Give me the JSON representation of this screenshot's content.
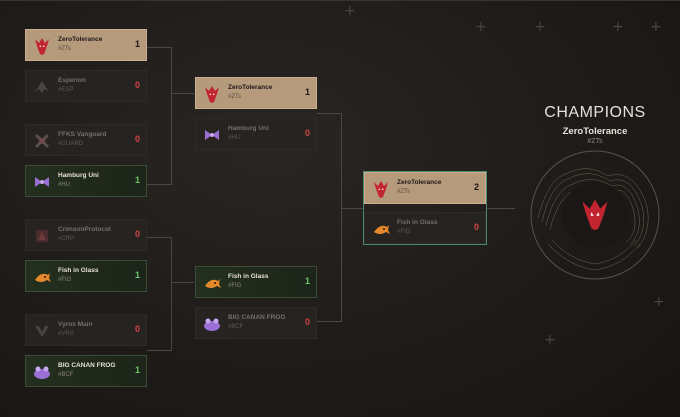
{
  "champion": {
    "title": "CHAMPIONS",
    "name": "ZeroTolerance",
    "tag": "#ZTs"
  },
  "round1": [
    {
      "name": "ZeroTolerance",
      "tag": "#ZTs",
      "score": "1",
      "logo": "red-dragon-icon"
    },
    {
      "name": "Esperion",
      "tag": "#ESP",
      "score": "0",
      "logo": "esperion-icon"
    },
    {
      "name": "FFKS Vanguard",
      "tag": "#GUARD",
      "score": "0",
      "logo": "vanguard-icon"
    },
    {
      "name": "Hamburg Uni",
      "tag": "#HU",
      "score": "1",
      "logo": "purple-bow-icon"
    },
    {
      "name": "CrimsonProtocol",
      "tag": "#CRP",
      "score": "0",
      "logo": "crimson-icon"
    },
    {
      "name": "Fish in Glass",
      "tag": "#FIG",
      "score": "1",
      "logo": "orange-fish-icon"
    },
    {
      "name": "Vyrox Main",
      "tag": "#VRX",
      "score": "0",
      "logo": "vyrox-icon"
    },
    {
      "name": "BIG CANAN FROG",
      "tag": "#BCF",
      "score": "1",
      "logo": "purple-frog-icon"
    }
  ],
  "round2": [
    {
      "name": "ZeroTolerance",
      "tag": "#ZTs",
      "score": "1",
      "logo": "red-dragon-icon"
    },
    {
      "name": "Hamburg Uni",
      "tag": "#HU",
      "score": "0",
      "logo": "purple-bow-icon"
    },
    {
      "name": "Fish in Glass",
      "tag": "#FIG",
      "score": "1",
      "logo": "orange-fish-icon"
    },
    {
      "name": "BIG CANAN FROG",
      "tag": "#BCF",
      "score": "0",
      "logo": "purple-frog-icon"
    }
  ],
  "final": [
    {
      "name": "ZeroTolerance",
      "tag": "#ZTs",
      "score": "2",
      "logo": "red-dragon-icon"
    },
    {
      "name": "Fish in Glass",
      "tag": "#FIG",
      "score": "0",
      "logo": "orange-fish-icon"
    }
  ],
  "colors": {
    "gold": "#b59a7c",
    "win_green": "#6cc66a",
    "loss_red": "#d24545",
    "final_border": "#4a8a6e"
  }
}
